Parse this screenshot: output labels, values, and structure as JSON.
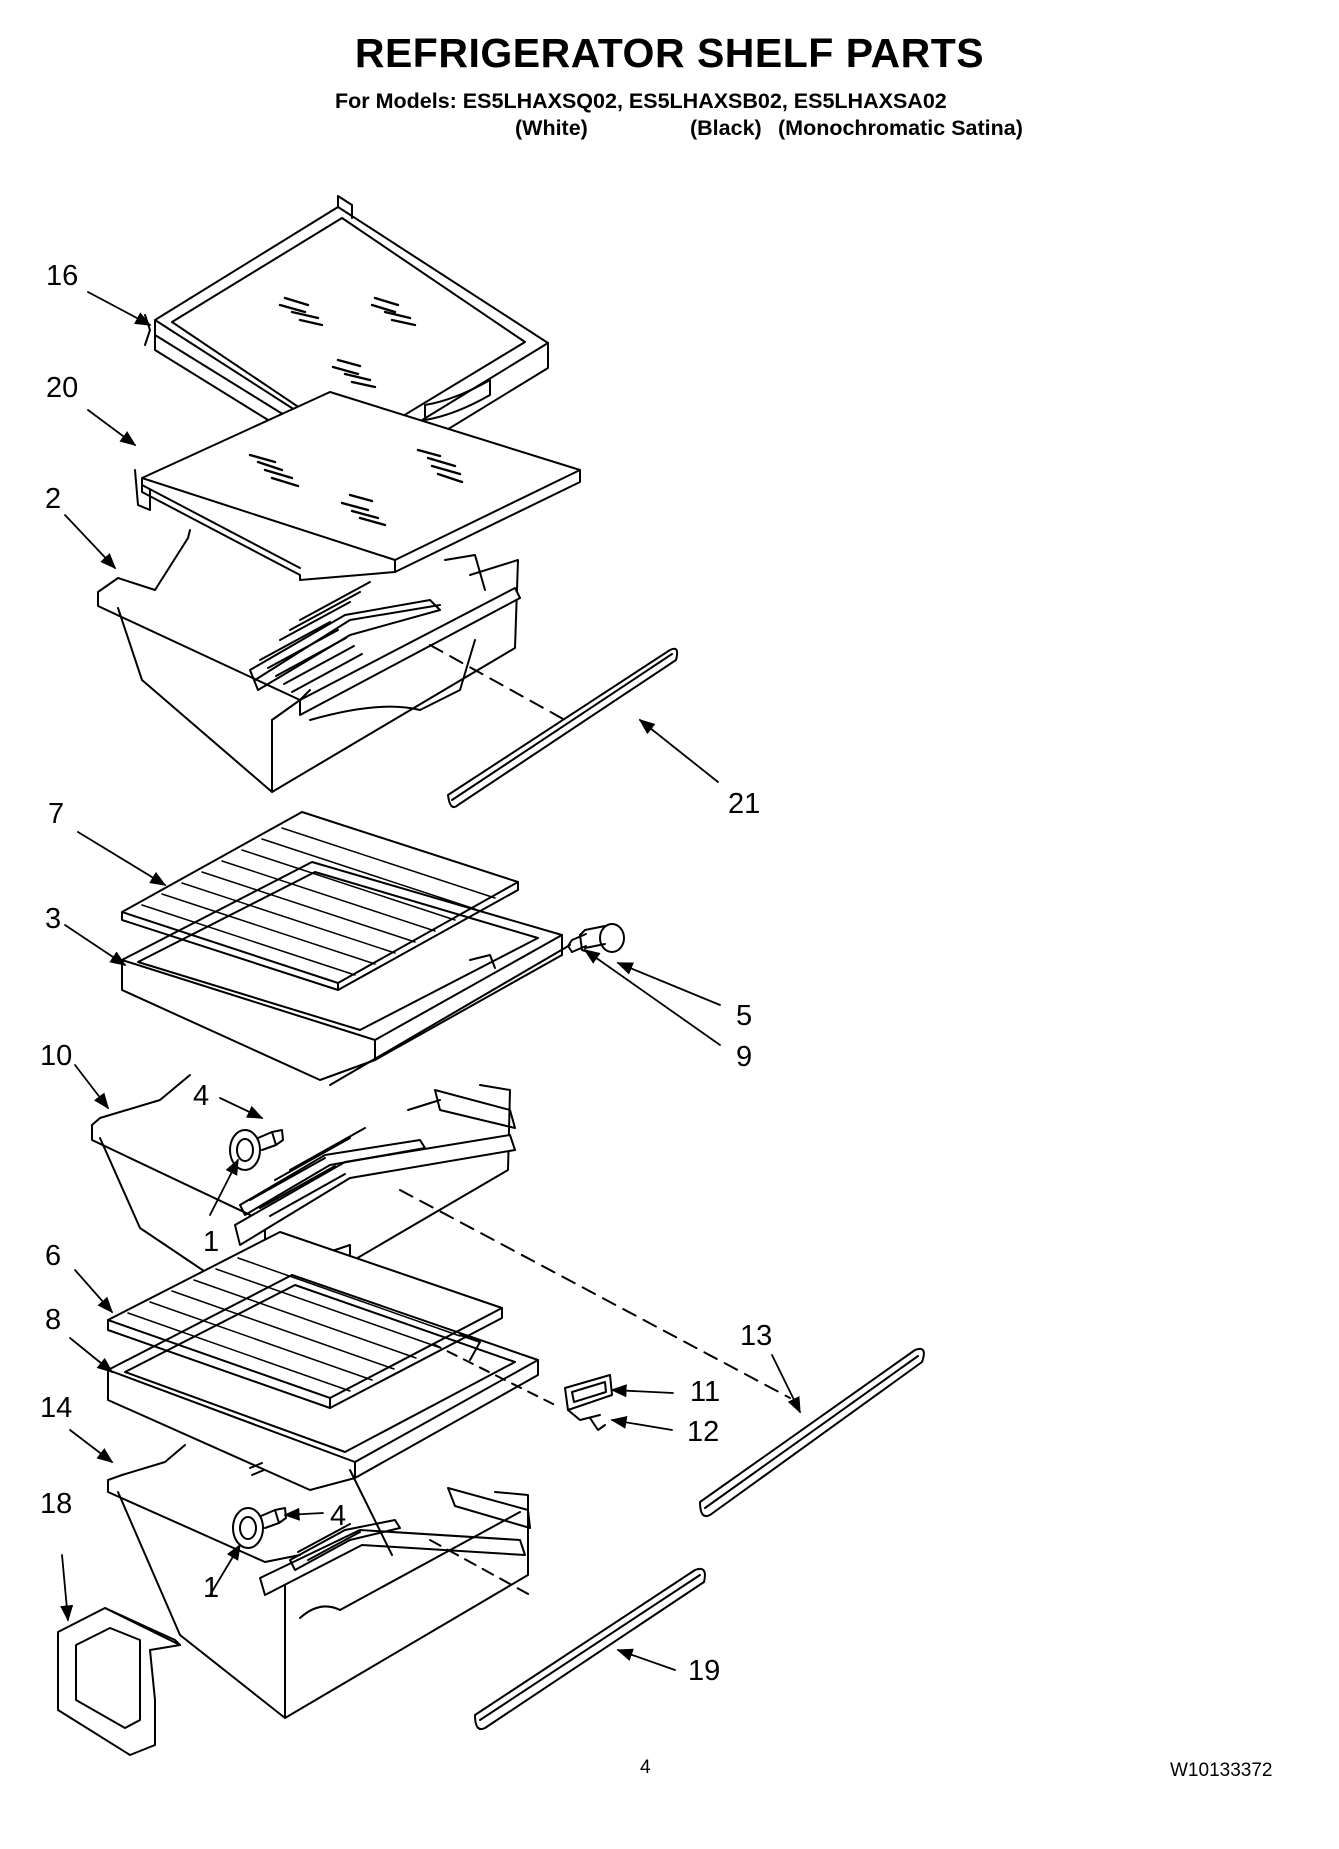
{
  "header": {
    "title": "REFRIGERATOR SHELF PARTS",
    "models_line": "For Models: ES5LHAXSQ02, ES5LHAXSB02, ES5LHAXSA02",
    "variants": [
      "(White)",
      "(Black)",
      "(Monochromatic Satina)"
    ]
  },
  "callouts": [
    {
      "id": "c16",
      "text": "16"
    },
    {
      "id": "c20",
      "text": "20"
    },
    {
      "id": "c2",
      "text": "2"
    },
    {
      "id": "c21",
      "text": "21"
    },
    {
      "id": "c7",
      "text": "7"
    },
    {
      "id": "c3",
      "text": "3"
    },
    {
      "id": "c5",
      "text": "5"
    },
    {
      "id": "c9",
      "text": "9"
    },
    {
      "id": "c10",
      "text": "10"
    },
    {
      "id": "c4a",
      "text": "4"
    },
    {
      "id": "c1a",
      "text": "1"
    },
    {
      "id": "c6",
      "text": "6"
    },
    {
      "id": "c8",
      "text": "8"
    },
    {
      "id": "c13",
      "text": "13"
    },
    {
      "id": "c11",
      "text": "11"
    },
    {
      "id": "c12",
      "text": "12"
    },
    {
      "id": "c14",
      "text": "14"
    },
    {
      "id": "c4b",
      "text": "4"
    },
    {
      "id": "c18",
      "text": "18"
    },
    {
      "id": "c1b",
      "text": "1"
    },
    {
      "id": "c19",
      "text": "19"
    }
  ],
  "footer": {
    "page_number": "4",
    "document_number": "W10133372"
  }
}
